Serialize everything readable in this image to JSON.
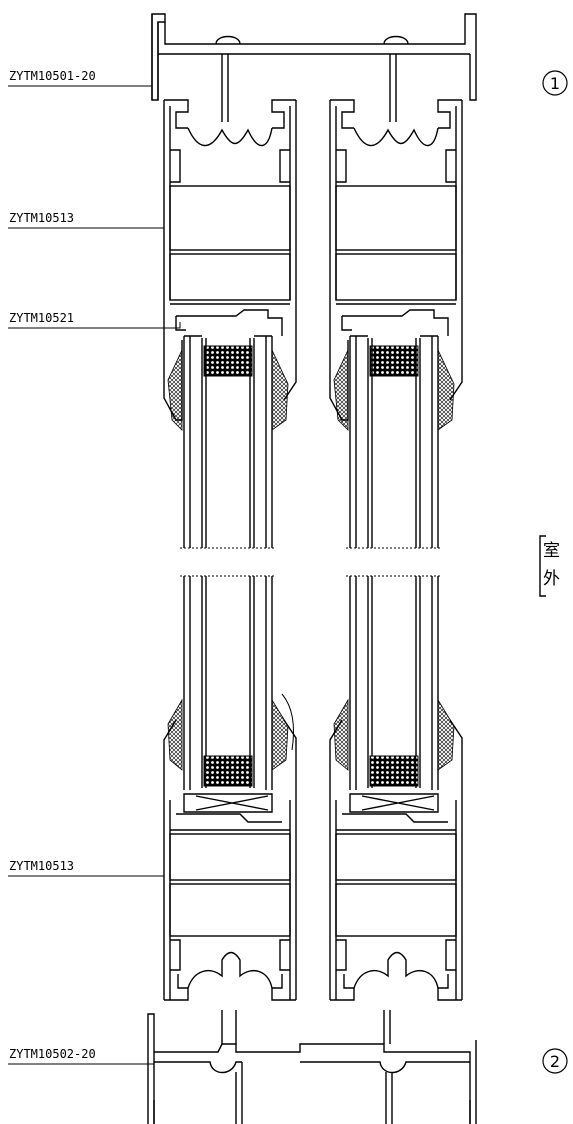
{
  "labels": {
    "top_frame": "ZYTM10501-20",
    "upper_sash": "ZYTM10513",
    "bead": "ZYTM10521",
    "lower_sash": "ZYTM10513",
    "bottom_frame": "ZYTM10502-20"
  },
  "markers": {
    "top": "1",
    "bottom": "2"
  },
  "side_note": {
    "line1": "室",
    "line2": "外"
  }
}
